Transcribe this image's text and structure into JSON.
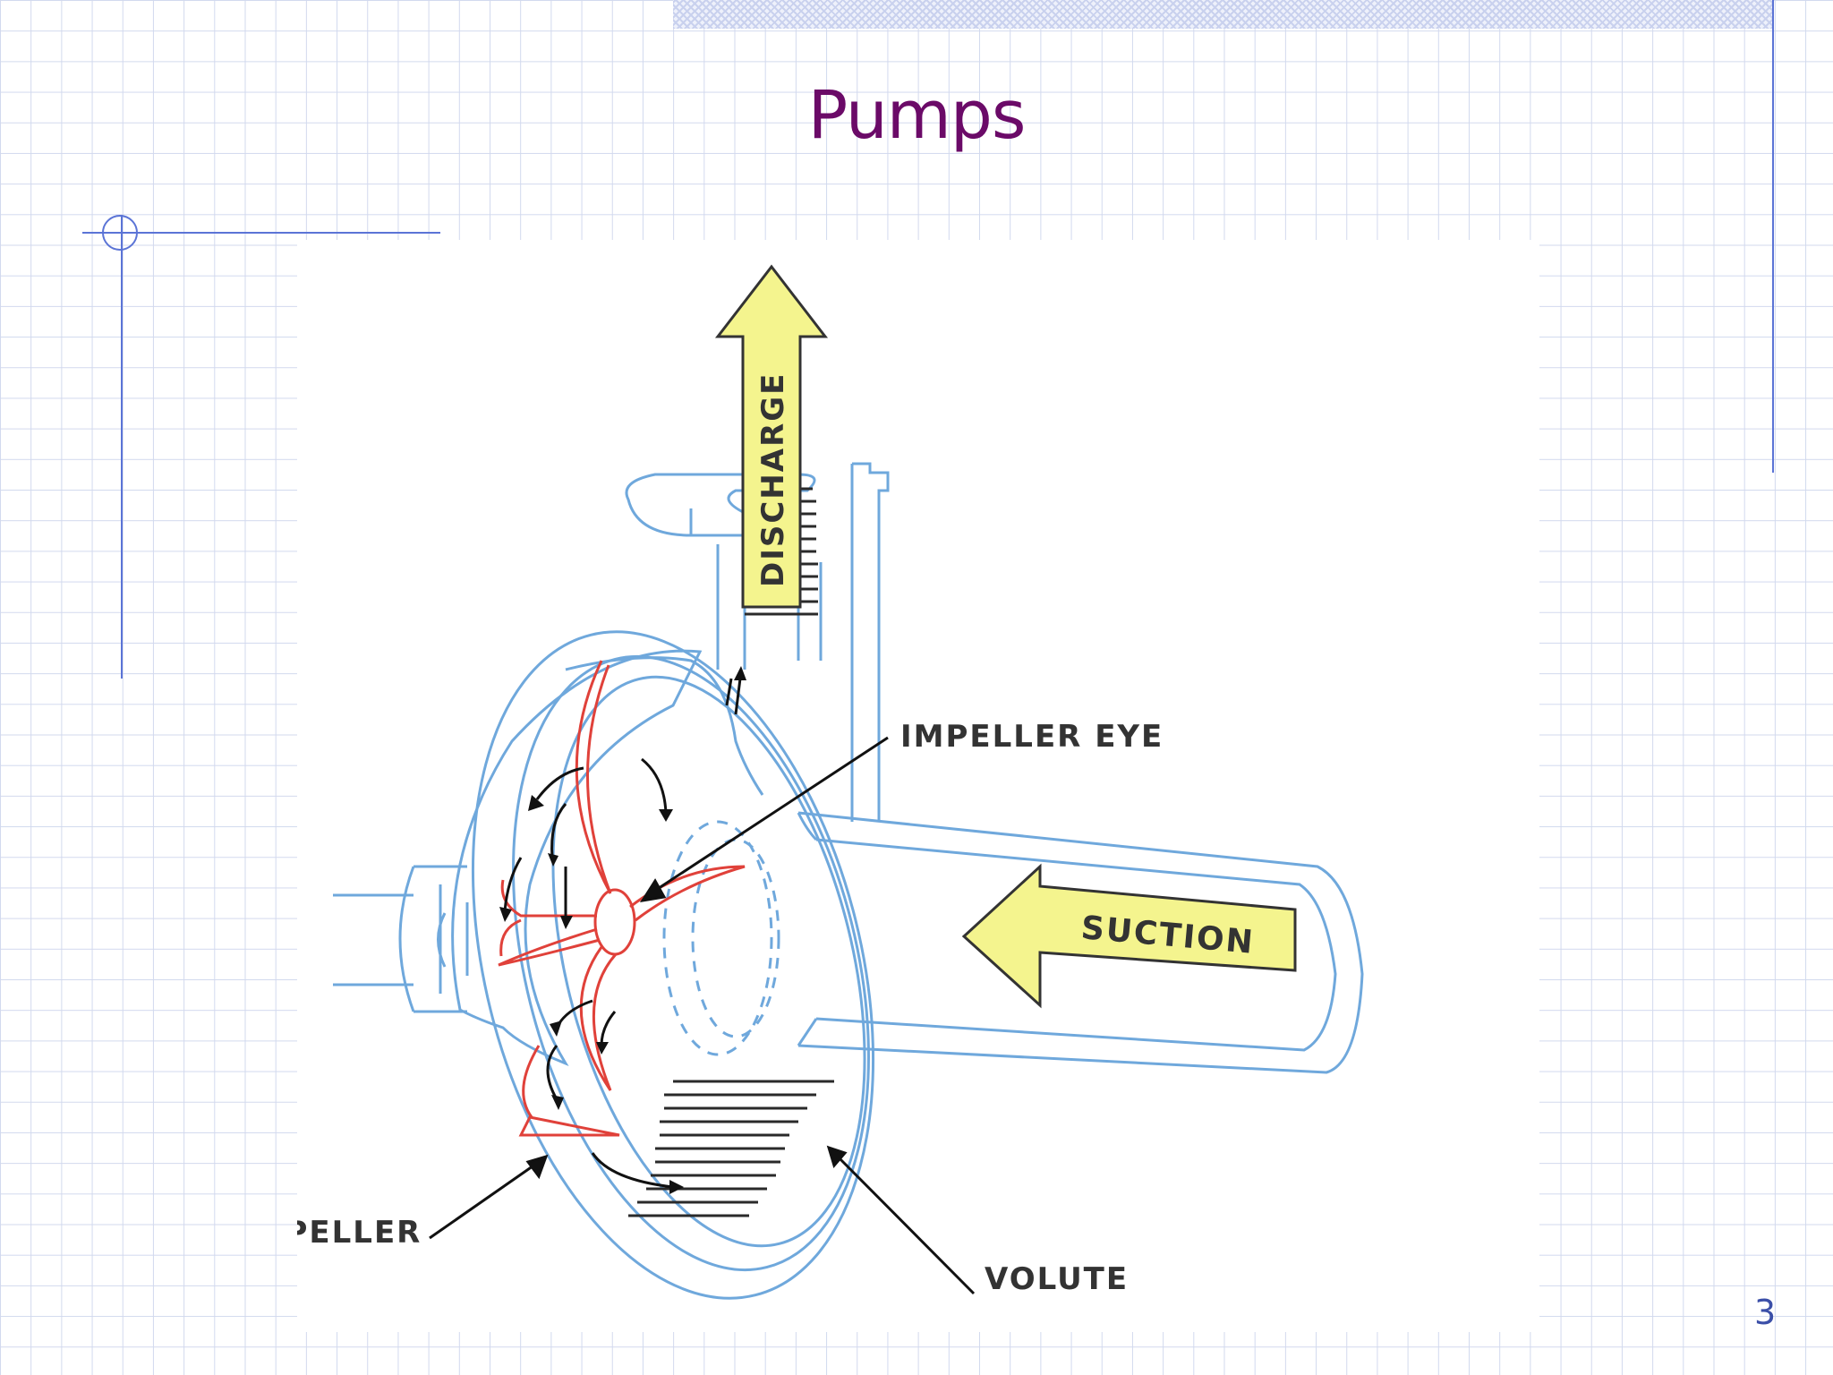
{
  "slide": {
    "title": "Pumps",
    "page_number": "3"
  },
  "diagram": {
    "labels": {
      "discharge": "DISCHARGE",
      "suction": "SUCTION",
      "impeller_eye": "IMPELLER EYE",
      "impeller": "IMPELLER",
      "volute": "VOLUTE"
    },
    "colors": {
      "casing_outline": "#6fa8dc",
      "impeller": "#e0413a",
      "arrow_fill": "#f4f48e",
      "arrow_outline": "#333333",
      "hatching": "#2a2a2a",
      "title": "#6b0a68",
      "grid": "#d2d9ee",
      "decor_lines": "#5b74d6"
    }
  }
}
